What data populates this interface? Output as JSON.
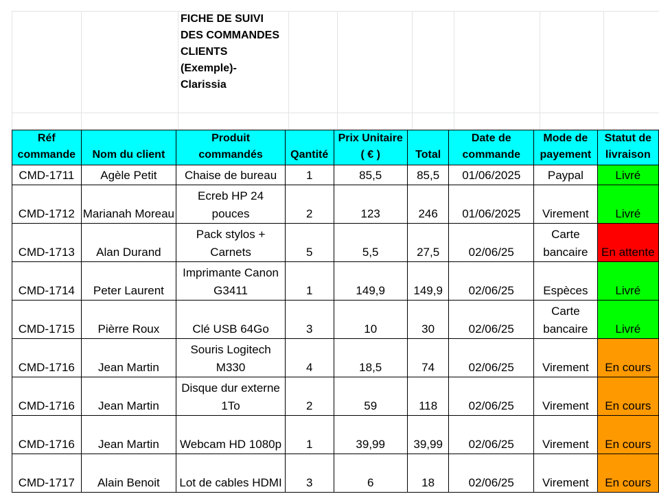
{
  "title": "FICHE DE SUIVI DES COMMANDES CLIENTS (Exemple)- Clarissia",
  "headers": [
    "Réf commande",
    "Nom du client",
    "Produit commandés",
    "Qantité",
    "Prix Unitaire ( € )",
    "Total",
    "Date de commande",
    "Mode de payement",
    "Statut de livraison"
  ],
  "status_colors": {
    "Livré": "#00ff00",
    "En attente": "#ff0000",
    "En cours": "#ff9900"
  },
  "rows": [
    [
      "CMD-1711",
      "Agèle Petit",
      "Chaise de bureau",
      "1",
      "85,5",
      "85,5",
      "01/06/2025",
      "Paypal",
      "Livré"
    ],
    [
      "CMD-1712",
      "Marianah Moreau",
      "Ecreb HP 24 pouces",
      "2",
      "123",
      "246",
      "01/06/2025",
      "Virement",
      "Livré"
    ],
    [
      "CMD-1713",
      "Alan Durand",
      "Pack stylos + Carnets",
      "5",
      "5,5",
      "27,5",
      "02/06/25",
      "Carte bancaire",
      "En attente"
    ],
    [
      "CMD-1714",
      "Peter Laurent",
      "Imprimante Canon G3411",
      "1",
      "149,9",
      "149,9",
      "02/06/25",
      "Espèces",
      "Livré"
    ],
    [
      "CMD-1715",
      "Pièrre Roux",
      "Clé USB 64Go",
      "3",
      "10",
      "30",
      "02/06/25",
      "Carte bancaire",
      "Livré"
    ],
    [
      "CMD-1716",
      "Jean Martin",
      "Souris Logitech M330",
      "4",
      "18,5",
      "74",
      "02/06/25",
      "Virement",
      "En cours"
    ],
    [
      "CMD-1716",
      "Jean Martin",
      "Disque dur externe 1To",
      "2",
      "59",
      "118",
      "02/06/25",
      "Virement",
      "En cours"
    ],
    [
      "CMD-1716",
      "Jean Martin",
      "Webcam HD 1080p",
      "1",
      "39,99",
      "39,99",
      "02/06/25",
      "Virement",
      "En cours"
    ],
    [
      "CMD-1717",
      "Alain Benoit",
      "Lot de cables HDMI",
      "3",
      "6",
      "18",
      "02/06/25",
      "Virement",
      "En cours"
    ]
  ]
}
